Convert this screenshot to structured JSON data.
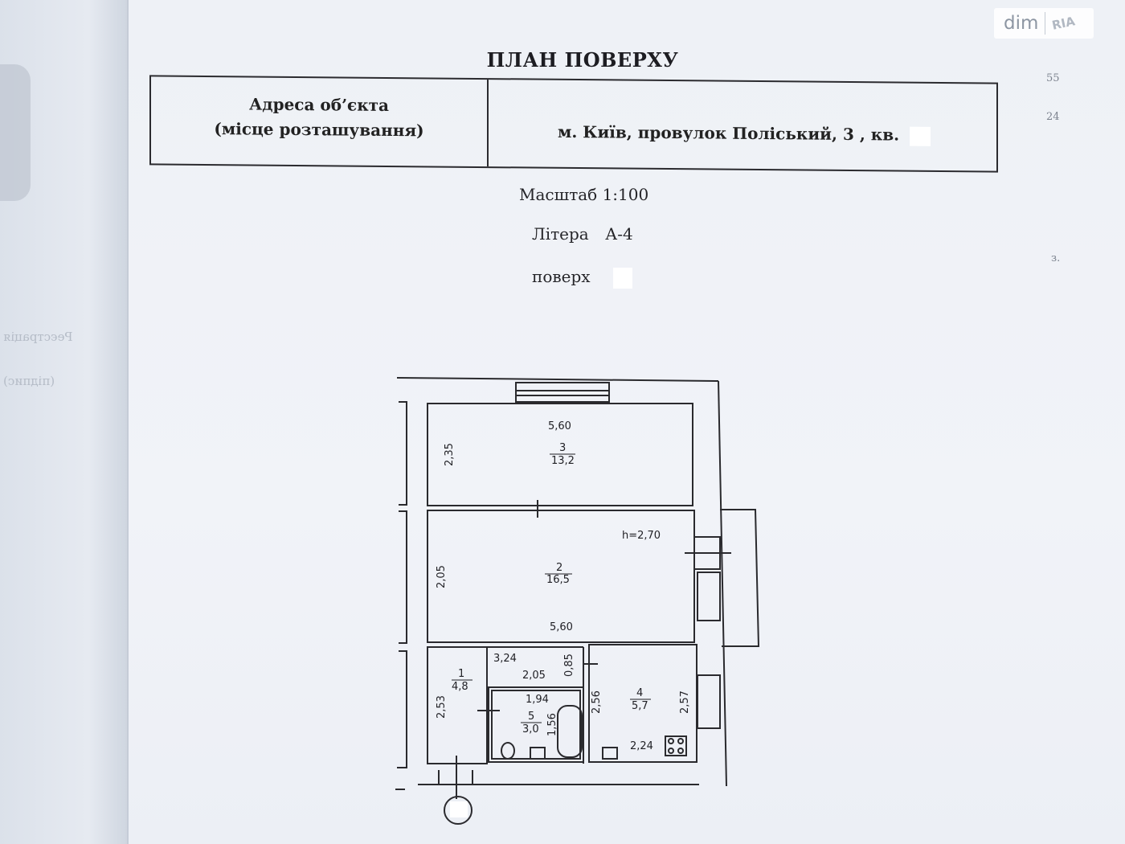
{
  "document": {
    "title": "ПЛАН ПОВЕРХУ",
    "address_label_line1": "Адреса об’єкта",
    "address_label_line2": "(місце розташування)",
    "address_value": "м. Київ, провулок Поліський, 3 , кв.",
    "scale": "Масштаб 1:100",
    "litera_label": "Літера",
    "litera_value": "А-4",
    "floor_label": "поверх"
  },
  "watermark": {
    "brand": "dim",
    "logo": "RIA"
  },
  "margin_notes": [
    "55",
    "24",
    "з."
  ],
  "floor_plan": {
    "ceiling_height": "h=2,70",
    "rooms": [
      {
        "number": "1",
        "area": "4,8"
      },
      {
        "number": "2",
        "area": "16,5"
      },
      {
        "number": "3",
        "area": "13,2"
      },
      {
        "number": "4",
        "area": "5,7"
      },
      {
        "number": "5",
        "area": "3,0"
      }
    ],
    "dimensions": {
      "room3_width": "5,60",
      "room3_height": "2,35",
      "room2_height": "2,05",
      "room2_width": "5,60",
      "hall_length": "3,24",
      "corridor_length": "2,05",
      "corridor_depth": "0,85",
      "room1_height": "2,53",
      "bath_width": "1,94",
      "bath_height": "1,56",
      "room4_height_left": "2,56",
      "room4_height_right": "2,57",
      "kitchen_width": "2,24"
    }
  }
}
